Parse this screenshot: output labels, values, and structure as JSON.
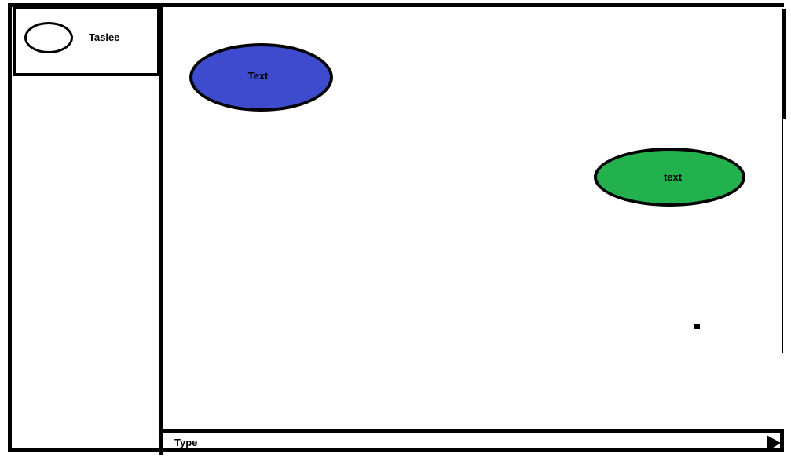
{
  "sidebar": {
    "profile": {
      "name": "Taslee"
    }
  },
  "chat": {
    "messages": [
      {
        "text": "Text",
        "color": "#3f4bcf",
        "side": "left"
      },
      {
        "text": "text",
        "color": "#22b14c",
        "side": "right"
      }
    ]
  },
  "composer": {
    "placeholder": "Type"
  },
  "icons": {
    "avatar": "avatar-circle",
    "send": "send-triangle-icon"
  }
}
